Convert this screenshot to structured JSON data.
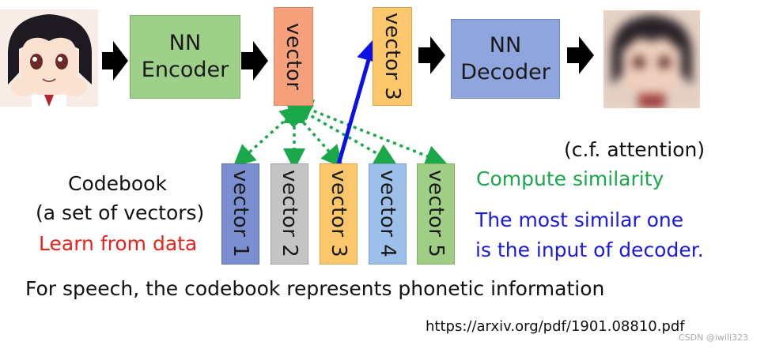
{
  "encoder": {
    "label_line1": "NN",
    "label_line2": "Encoder"
  },
  "decoder": {
    "label_line1": "NN",
    "label_line2": "Decoder"
  },
  "encoded_vector": {
    "label": "vector"
  },
  "selected_vector": {
    "label": "vector 3"
  },
  "codebook": {
    "title": "Codebook",
    "subtitle": "(a set of vectors)",
    "note": "Learn from data",
    "vectors": [
      {
        "label": "vector 1",
        "color": "#7b8fd0"
      },
      {
        "label": "vector 2",
        "color": "#c4c4c4"
      },
      {
        "label": "vector 3",
        "color": "#fbc76a"
      },
      {
        "label": "vector 4",
        "color": "#9cc0ea"
      },
      {
        "label": "vector 5",
        "color": "#9fce85"
      }
    ]
  },
  "annotations": {
    "cf_attention": "(c.f. attention)",
    "compute_similarity": "Compute similarity",
    "most_similar_line1": "The most similar one",
    "most_similar_line2": "is the input of decoder."
  },
  "footer": {
    "speech_note": "For speech, the codebook represents phonetic information",
    "url": "https://arxiv.org/pdf/1901.08810.pdf",
    "watermark": "CSDN @iwill323"
  },
  "colors": {
    "encoder_fill": "#9fd08a",
    "decoder_fill": "#8ea5dd",
    "vector_fill": "#f5a07a",
    "vector3_fill": "#fbc76a",
    "similarity_green": "#1aa84a",
    "learn_red": "#e8231c",
    "most_similar_blue": "#1a1ae0",
    "arrow_black": "#000000",
    "selection_arrow": "#0a10e8"
  }
}
